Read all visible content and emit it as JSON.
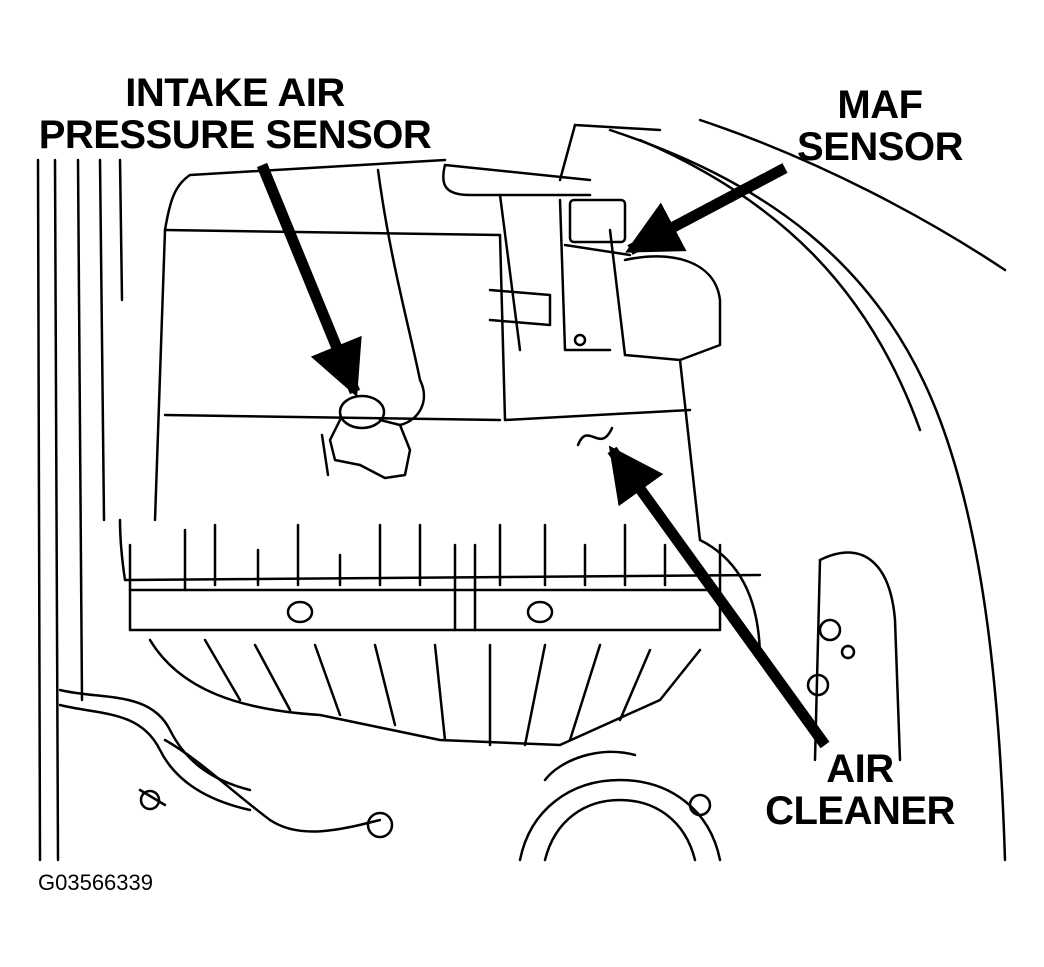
{
  "labels": {
    "intake_air_pressure_sensor": [
      "INTAKE AIR",
      "PRESSURE SENSOR"
    ],
    "maf_sensor": [
      "MAF",
      "SENSOR"
    ],
    "air_cleaner": [
      "AIR",
      "CLEANER"
    ]
  },
  "figure_id": "G03566339",
  "colors": {
    "line": "#000000",
    "background": "#ffffff"
  }
}
